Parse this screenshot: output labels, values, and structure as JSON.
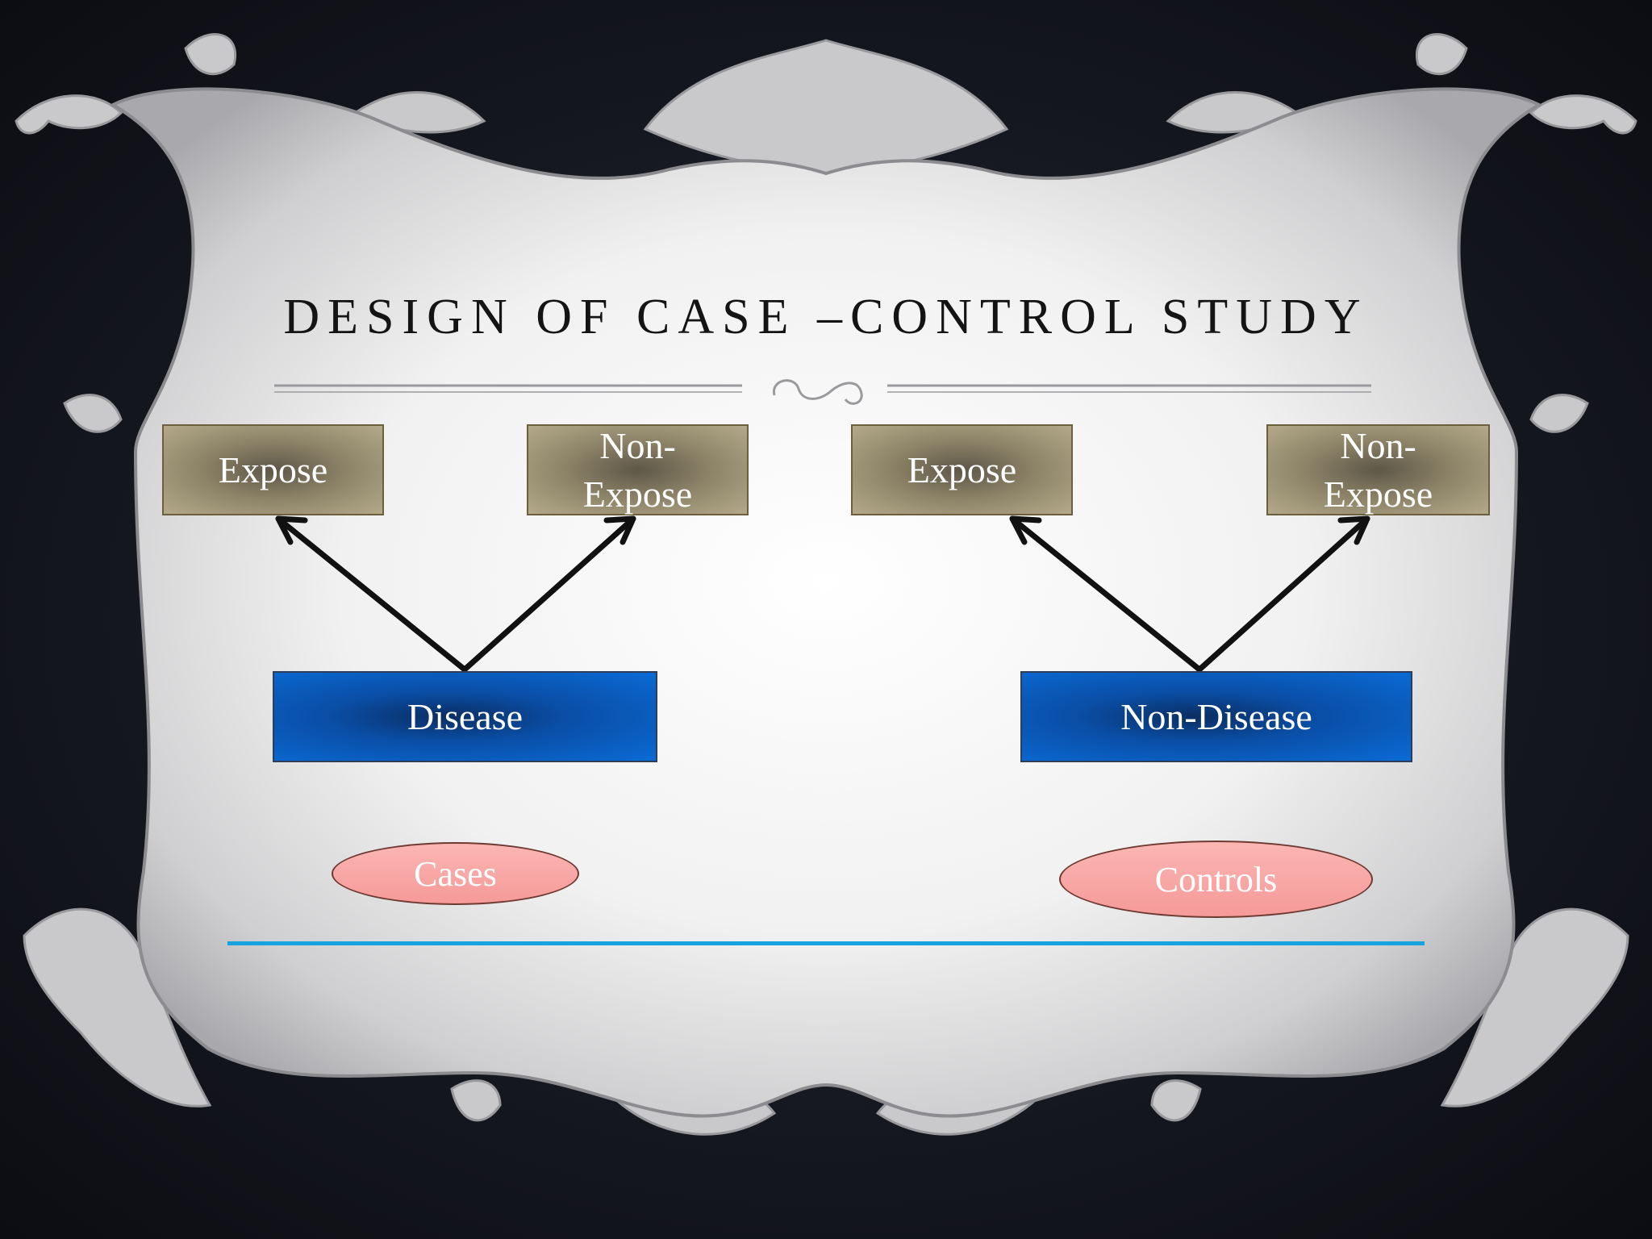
{
  "slide": {
    "title": "DESIGN OF CASE –CONTROL STUDY"
  },
  "left_group": {
    "expose_label": "Expose",
    "non_expose_label_line1": "Non-",
    "non_expose_label_line2": "Expose",
    "disease_label": "Disease",
    "oval_label": "Cases"
  },
  "right_group": {
    "expose_label": "Expose",
    "non_expose_label_line1": "Non-",
    "non_expose_label_line2": "Expose",
    "disease_label": "Non-Disease",
    "oval_label": "Controls"
  },
  "colors": {
    "background": "#15171f",
    "frame": "#e6e6e6",
    "expose_box": "#8b8166",
    "disease_box": "#0a5cc0",
    "oval_fill": "#f7a8a6",
    "divider": "#18a3e0",
    "arrow": "#111111"
  }
}
